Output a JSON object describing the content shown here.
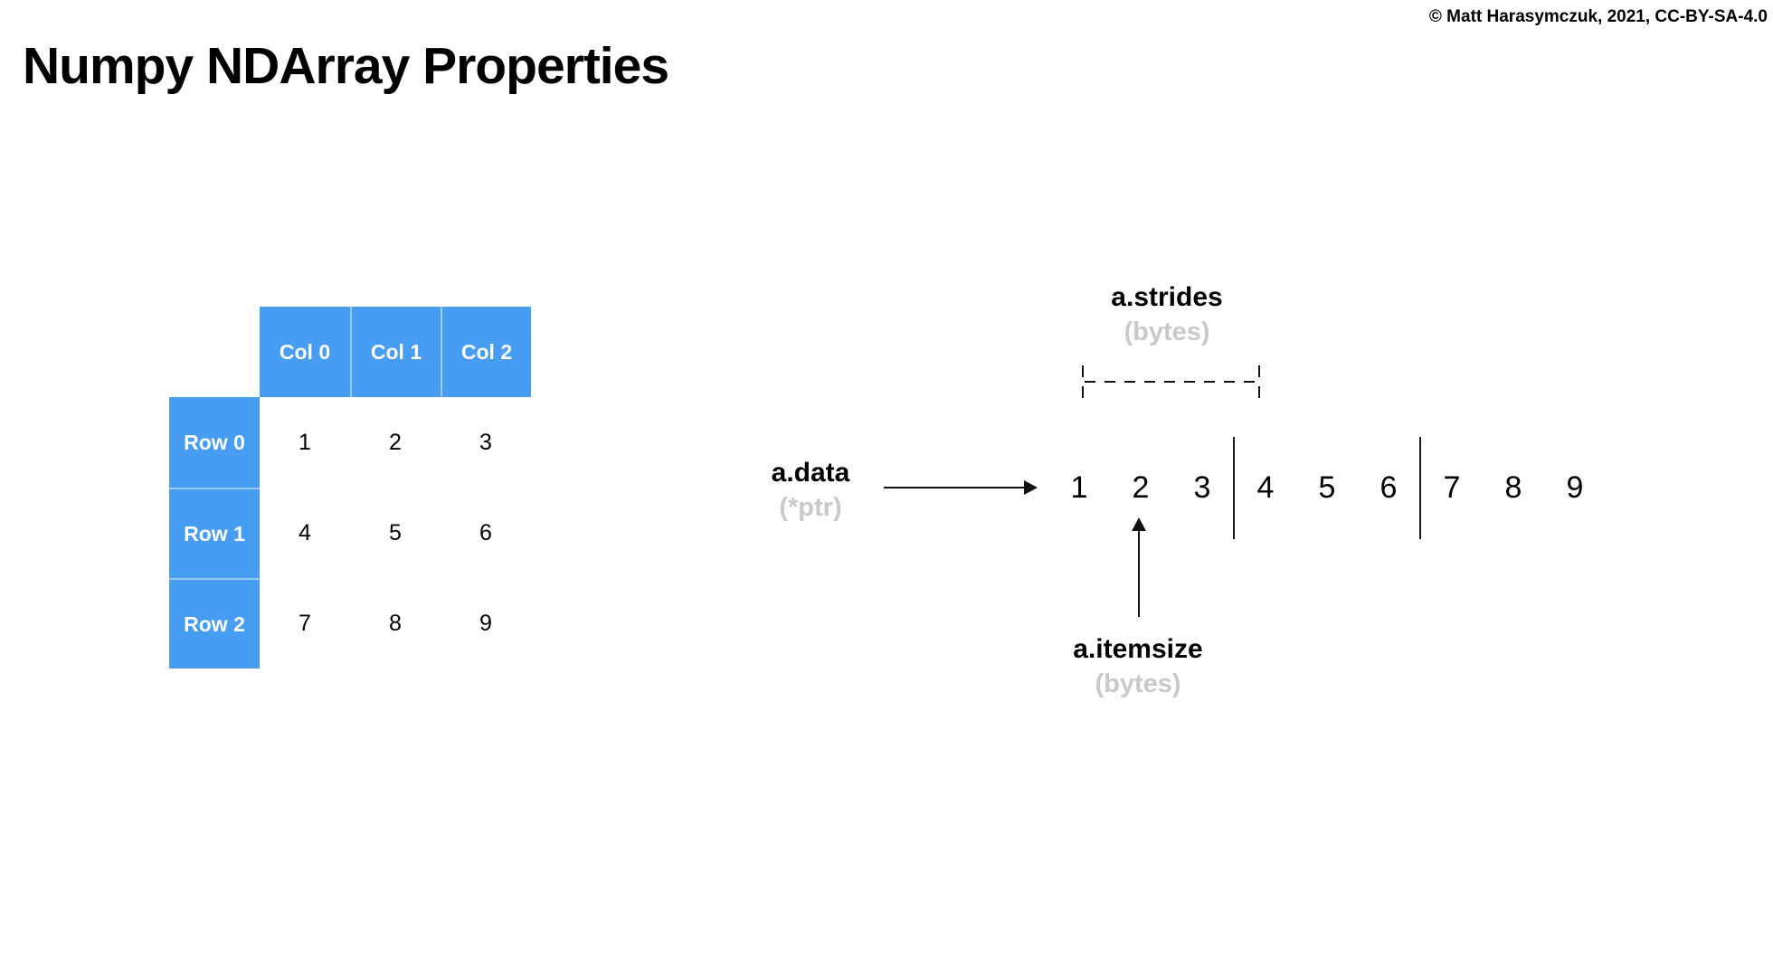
{
  "page": {
    "title": "Numpy NDArray Properties",
    "copyright": "© Matt Harasymczuk, 2021, CC-BY-SA-4.0"
  },
  "colors": {
    "header_blue": "#479DF2",
    "header_separator": "#8FC0F7",
    "muted_gray": "#C9C9C9",
    "text_black": "#000000",
    "background": "#FFFFFF"
  },
  "matrix_table": {
    "col_headers": [
      "Col 0",
      "Col 1",
      "Col 2"
    ],
    "row_headers": [
      "Row 0",
      "Row 1",
      "Row 2"
    ],
    "rows": [
      [
        "1",
        "2",
        "3"
      ],
      [
        "4",
        "5",
        "6"
      ],
      [
        "7",
        "8",
        "9"
      ]
    ]
  },
  "memory_diagram": {
    "data_label": "a.data",
    "data_sublabel": "(*ptr)",
    "strides_label": "a.strides",
    "strides_sublabel": "(bytes)",
    "itemsize_label": "a.itemsize",
    "itemsize_sublabel": "(bytes)",
    "memory_groups": [
      [
        "1",
        "2",
        "3"
      ],
      [
        "4",
        "5",
        "6"
      ],
      [
        "7",
        "8",
        "9"
      ]
    ]
  }
}
